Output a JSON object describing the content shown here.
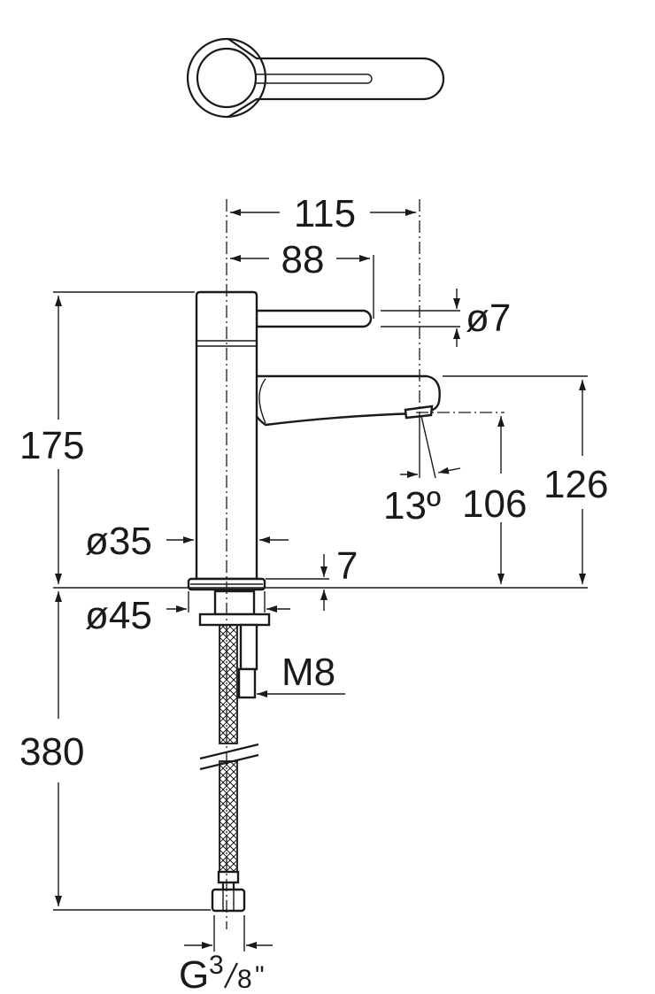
{
  "dimensions": {
    "overall_reach": "115",
    "lever_reach": "88",
    "lever_diameter": "ø7",
    "body_height": "175",
    "spout_angle": "13º",
    "spout_clearance": "106",
    "spout_height": "126",
    "body_diameter": "ø35",
    "base_thickness": "7",
    "base_diameter": "ø45",
    "thread": "M8",
    "hose_length": "380",
    "connection_prefix": "G",
    "connection_numerator": "3",
    "connection_denominator": "8",
    "connection_suffix": "\""
  },
  "colors": {
    "line": "#1a1a1a",
    "background": "#ffffff"
  }
}
